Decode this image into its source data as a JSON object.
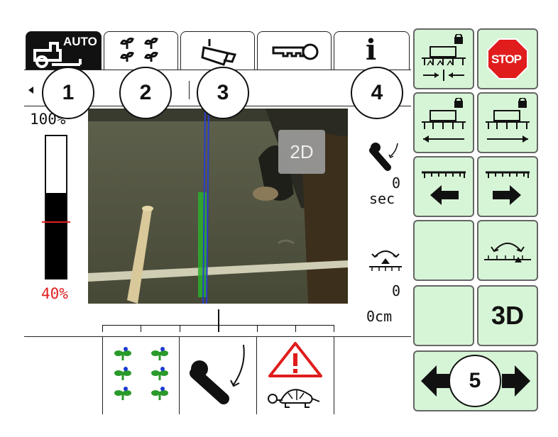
{
  "tabs": {
    "auto_label": "AUTO",
    "info_label": "i"
  },
  "callouts": [
    "1",
    "2",
    "3",
    "4",
    "5"
  ],
  "gauge": {
    "top_label": "100%",
    "bottom_label": "40%",
    "fill_fraction": 0.6,
    "marker_fraction": 0.4
  },
  "camera": {
    "mode_badge": "2D"
  },
  "readouts": {
    "delay_value": "0",
    "delay_unit": "sec",
    "offset_value": "0",
    "offset_unit": "0cm"
  },
  "buttons": {
    "stop_label": "STOP",
    "view_3d_label": "3D"
  },
  "colors": {
    "button_bg": "#d6f5d6",
    "stop_red": "#e01c1c",
    "warning_red": "#e01c1c",
    "marker_red": "#e02020",
    "gauge_fill": "#000000"
  }
}
